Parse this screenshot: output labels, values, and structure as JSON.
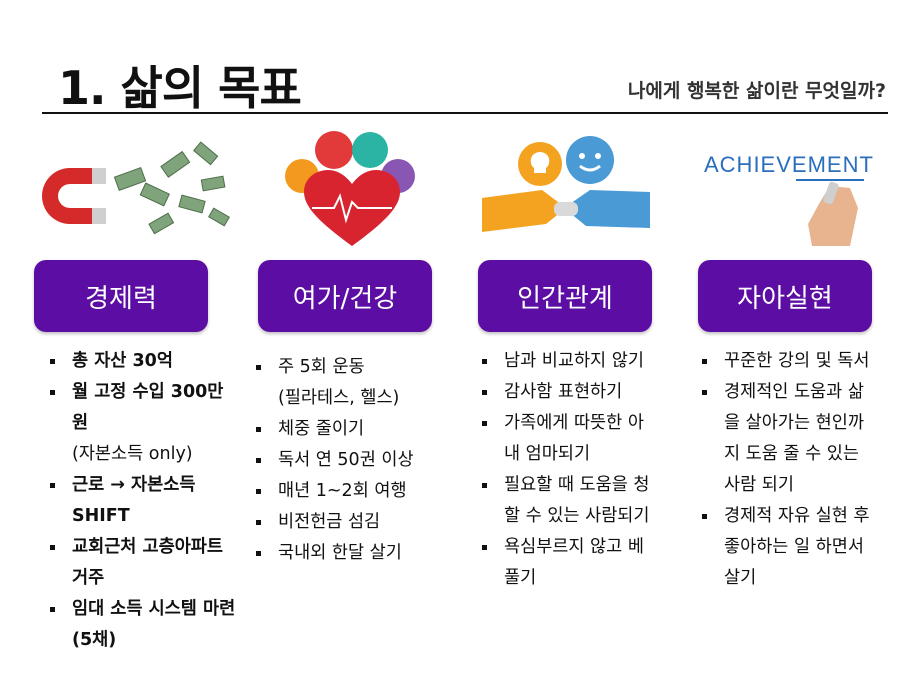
{
  "title": "1. 삶의 목표",
  "subtitle": "나에게 행복한 삶이란 무엇일까?",
  "columns": [
    {
      "heading": "경제력",
      "image": "magnet-money-icon",
      "items": [
        {
          "text": "총 자산 30억"
        },
        {
          "text": "월 고정 수입 300만원",
          "sub": "(자본소득 only)"
        },
        {
          "text": "근로 → 자본소득 SHIFT"
        },
        {
          "text": "교회근처 고층아파트 거주"
        },
        {
          "text": "임대 소득 시스템 마련 (5채)"
        }
      ]
    },
    {
      "heading": "여가/건강",
      "image": "health-heart-icon",
      "items": [
        {
          "text": "주 5회 운동",
          "sub": "(필라테스, 헬스)"
        },
        {
          "text": "체중 줄이기"
        },
        {
          "text": "독서 연 50권 이상"
        },
        {
          "text": "매년 1~2회 여행"
        },
        {
          "text": "비전헌금 섬김"
        },
        {
          "text": "국내외 한달 살기"
        }
      ]
    },
    {
      "heading": "인간관계",
      "image": "handshake-idea-icon",
      "items": [
        {
          "text": "남과 비교하지 않기"
        },
        {
          "text": "감사함 표현하기"
        },
        {
          "text": "가족에게 따뜻한 아내 엄마되기"
        },
        {
          "text": "필요할 때 도움을 청할 수 있는 사람되기"
        },
        {
          "text": "욕심부르지 않고 베풀기"
        }
      ]
    },
    {
      "heading": "자아실현",
      "image": "achievement-hand-icon",
      "image_text": "ACHIEVEMENT",
      "items": [
        {
          "text": "꾸준한 강의 및 독서"
        },
        {
          "text": "경제적인 도움과 삶을 살아가는 현인까지 도움 줄 수 있는 사람 되기"
        },
        {
          "text": "경제적 자유 실현 후 좋아하는 일 하면서 살기"
        }
      ]
    }
  ]
}
